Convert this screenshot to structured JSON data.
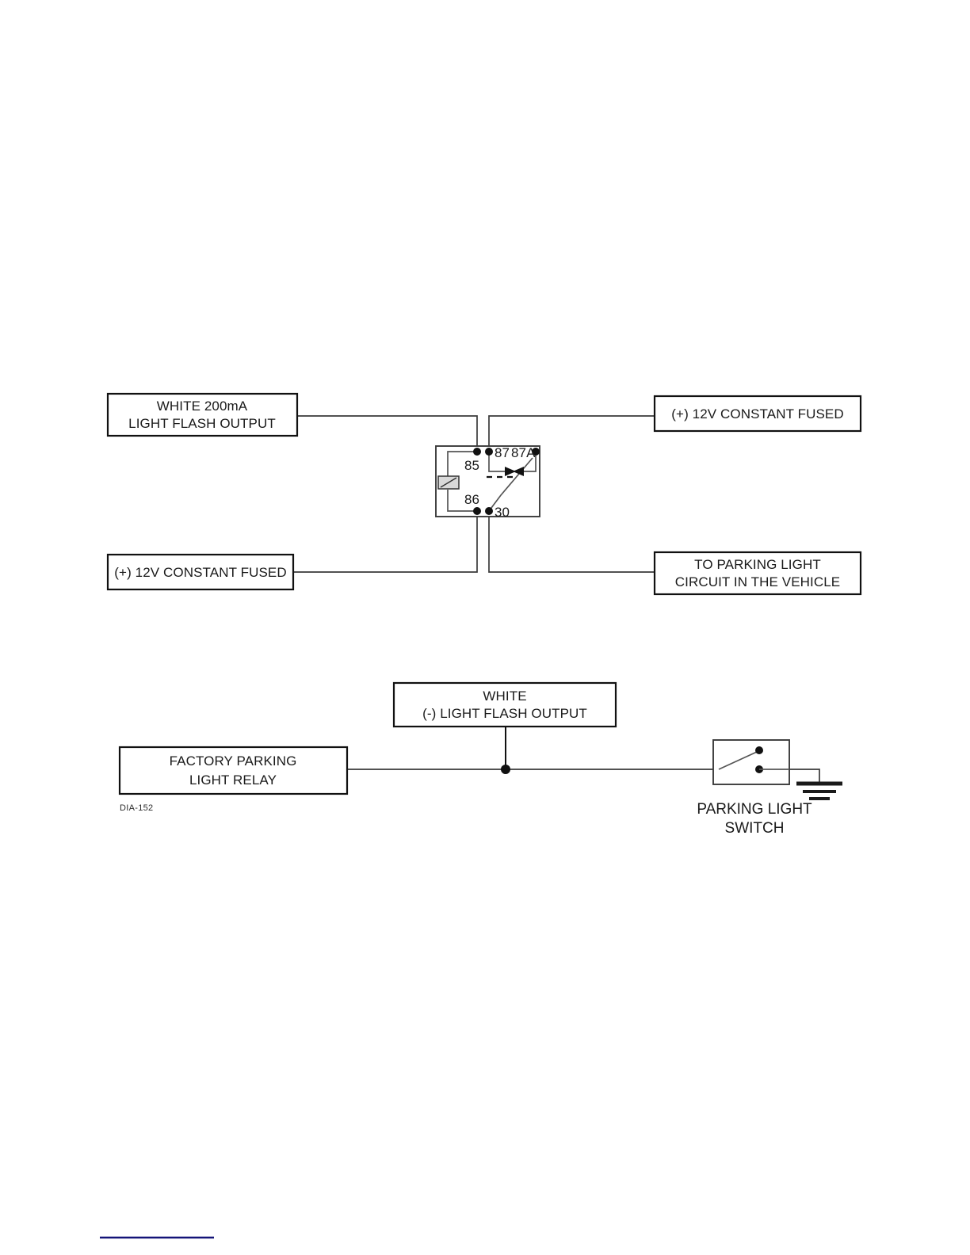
{
  "document": {
    "reference_label": "DIA-152"
  },
  "top_diagram": {
    "boxes": {
      "white_flash_output": {
        "line1": "WHITE 200mA",
        "line2": "LIGHT FLASH OUTPUT"
      },
      "constant_fused_top_right": {
        "line1": "(+) 12V CONSTANT FUSED"
      },
      "constant_fused_bottom_left": {
        "line1": "(+) 12V CONSTANT FUSED"
      },
      "parking_light_circuit": {
        "line1": "TO PARKING LIGHT",
        "line2": "CIRCUIT IN THE VEHICLE"
      }
    },
    "relay": {
      "pins": {
        "p85": "85",
        "p86": "86",
        "p87": "87",
        "p87a": "87A",
        "p30": "30"
      }
    }
  },
  "bottom_diagram": {
    "boxes": {
      "white_light_flash_output": {
        "line1": "WHITE",
        "line2": "(-) LIGHT FLASH OUTPUT"
      },
      "factory_parking_light_relay": {
        "line1": "FACTORY PARKING",
        "line2": "LIGHT RELAY"
      }
    },
    "switch": {
      "label_line1": "PARKING LIGHT",
      "label_line2": "SWITCH"
    }
  },
  "colors": {
    "ink": "#111111",
    "wire": "#3a3a3a",
    "coil_fill": "#d9d9d9",
    "footer_rule": "#141478"
  }
}
